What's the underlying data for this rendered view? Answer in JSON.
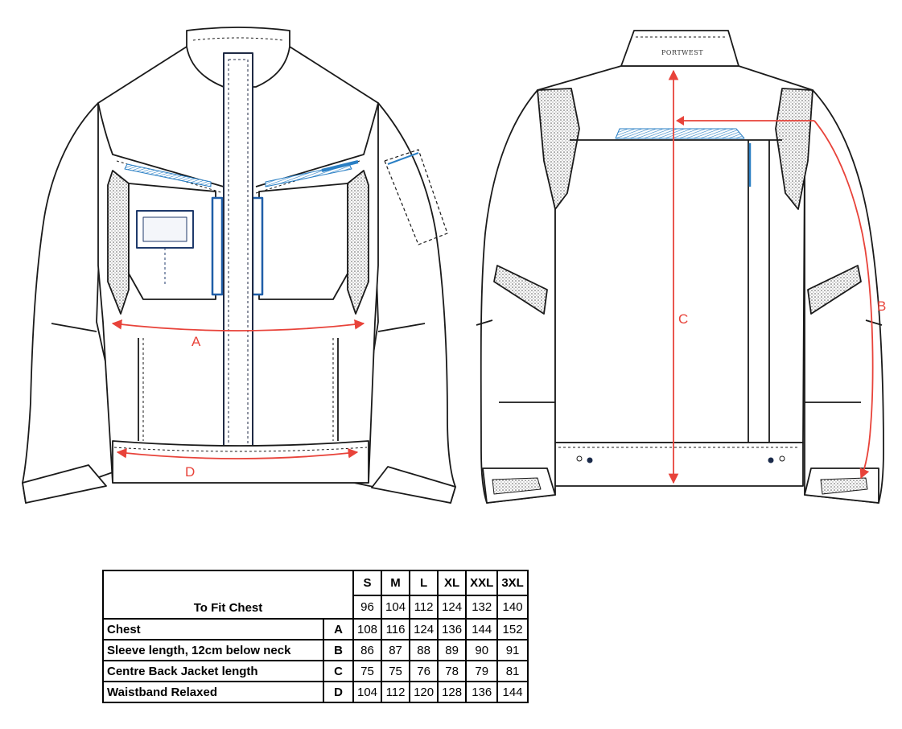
{
  "diagram": {
    "brand_text": "PORTWEST",
    "dimension_labels": {
      "a": "A",
      "b": "B",
      "c": "C",
      "d": "D"
    },
    "colors": {
      "line": "#1a1a1a",
      "dimension": "#e8433a",
      "accent": "#2a7fc4",
      "mesh": "#8a8a8a"
    }
  },
  "size_table": {
    "corner_label": "To Fit Chest",
    "sizes": [
      "S",
      "M",
      "L",
      "XL",
      "XXL",
      "3XL"
    ],
    "to_fit_chest": [
      "96",
      "104",
      "112",
      "124",
      "132",
      "140"
    ],
    "rows": [
      {
        "name": "Chest",
        "code": "A",
        "values": [
          "108",
          "116",
          "124",
          "136",
          "144",
          "152"
        ]
      },
      {
        "name": "Sleeve length, 12cm below neck",
        "code": "B",
        "values": [
          "86",
          "87",
          "88",
          "89",
          "90",
          "91"
        ]
      },
      {
        "name": "Centre Back Jacket length",
        "code": "C",
        "values": [
          "75",
          "75",
          "76",
          "78",
          "79",
          "81"
        ]
      },
      {
        "name": "Waistband Relaxed",
        "code": "D",
        "values": [
          "104",
          "112",
          "120",
          "128",
          "136",
          "144"
        ]
      }
    ]
  }
}
